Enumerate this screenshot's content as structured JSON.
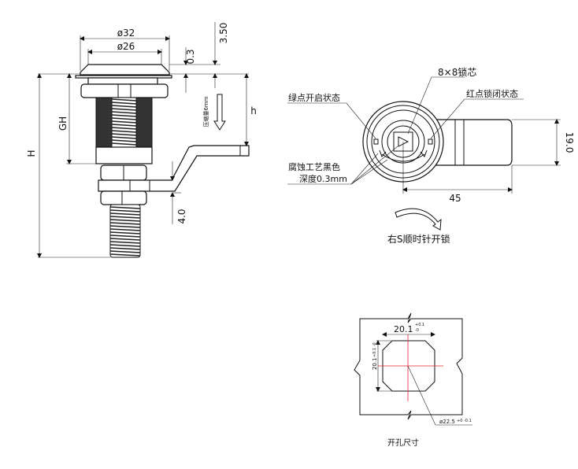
{
  "side_view": {
    "dia_outer": "ø32",
    "dia_inner": "ø26",
    "dim_flange": "0.3",
    "dim_top": "3.50",
    "dim_gh": "GH",
    "dim_h_total": "H",
    "dim_h": "h",
    "dim_cam": "4.0",
    "compression_note": "压缩量6mm"
  },
  "front_view": {
    "core_label": "8×8锁芯",
    "green_label": "绿点开启状态",
    "red_label": "红点锁闭状态",
    "etch_label": "腐蚀工艺黑色",
    "depth_label": "深度0.3mm",
    "dim_height": "19.0",
    "dim_length": "45",
    "rotation_note": "右S顺时针开锁"
  },
  "cutout": {
    "width": "20.1",
    "width_tol_upper": "+0.1",
    "width_tol_lower": "-0",
    "height": "20.1",
    "height_tol": "+0.1 -0",
    "diameter": "ø22.5",
    "diameter_tol": "+0 -0.1",
    "title": "开孔尺寸"
  },
  "colors": {
    "line": "#111111",
    "centerline": "#e22233"
  }
}
